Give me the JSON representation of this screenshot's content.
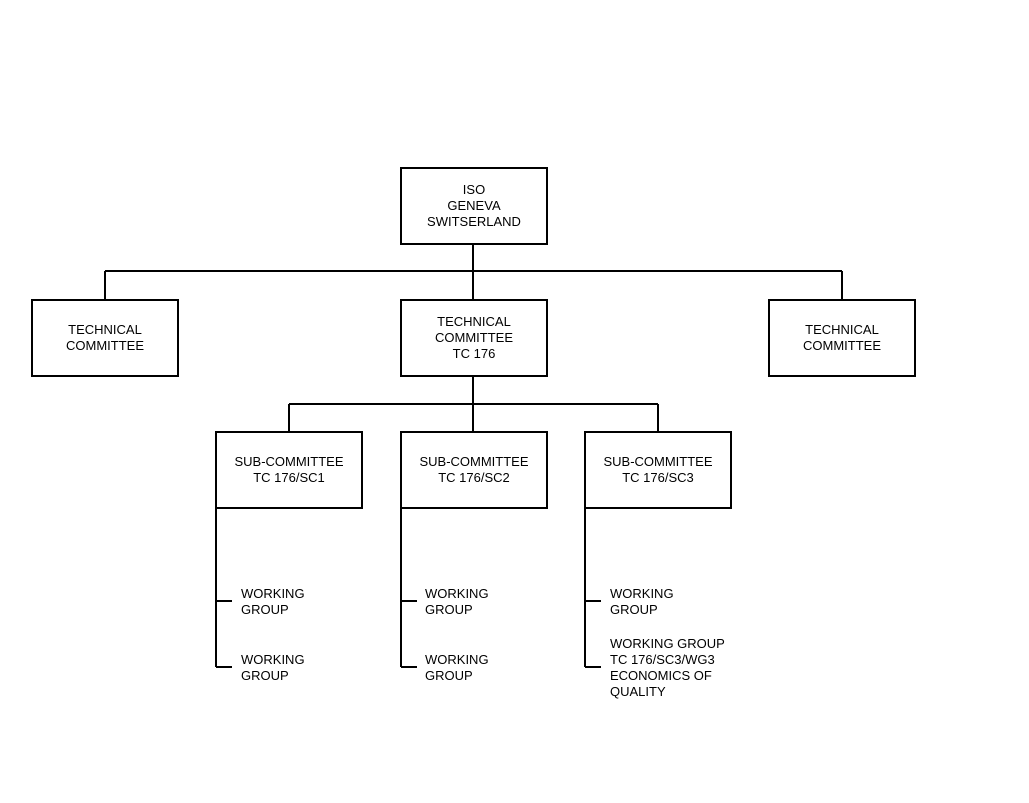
{
  "root": {
    "lines": [
      "ISO",
      "GENEVA",
      "SWITSERLAND"
    ]
  },
  "committees": [
    {
      "lines": [
        "TECHNICAL",
        "COMMITTEE"
      ]
    },
    {
      "lines": [
        "TECHNICAL",
        "COMMITTEE",
        "TC 176"
      ]
    },
    {
      "lines": [
        "TECHNICAL",
        "COMMITTEE"
      ]
    }
  ],
  "subcommittees": [
    {
      "lines": [
        "SUB-COMMITTEE",
        "TC 176/SC1"
      ]
    },
    {
      "lines": [
        "SUB-COMMITTEE",
        "TC 176/SC2"
      ]
    },
    {
      "lines": [
        "SUB-COMMITTEE",
        "TC 176/SC3"
      ]
    }
  ],
  "working_groups": [
    [
      {
        "lines": [
          "WORKING",
          "GROUP"
        ]
      },
      {
        "lines": [
          "WORKING",
          "GROUP"
        ]
      }
    ],
    [
      {
        "lines": [
          "WORKING",
          "GROUP"
        ]
      },
      {
        "lines": [
          "WORKING",
          "GROUP"
        ]
      }
    ],
    [
      {
        "lines": [
          "WORKING",
          "GROUP"
        ]
      },
      {
        "lines": [
          "WORKING GROUP",
          "TC 176/SC3/WG3",
          "ECONOMICS OF",
          "QUALITY"
        ]
      }
    ]
  ]
}
